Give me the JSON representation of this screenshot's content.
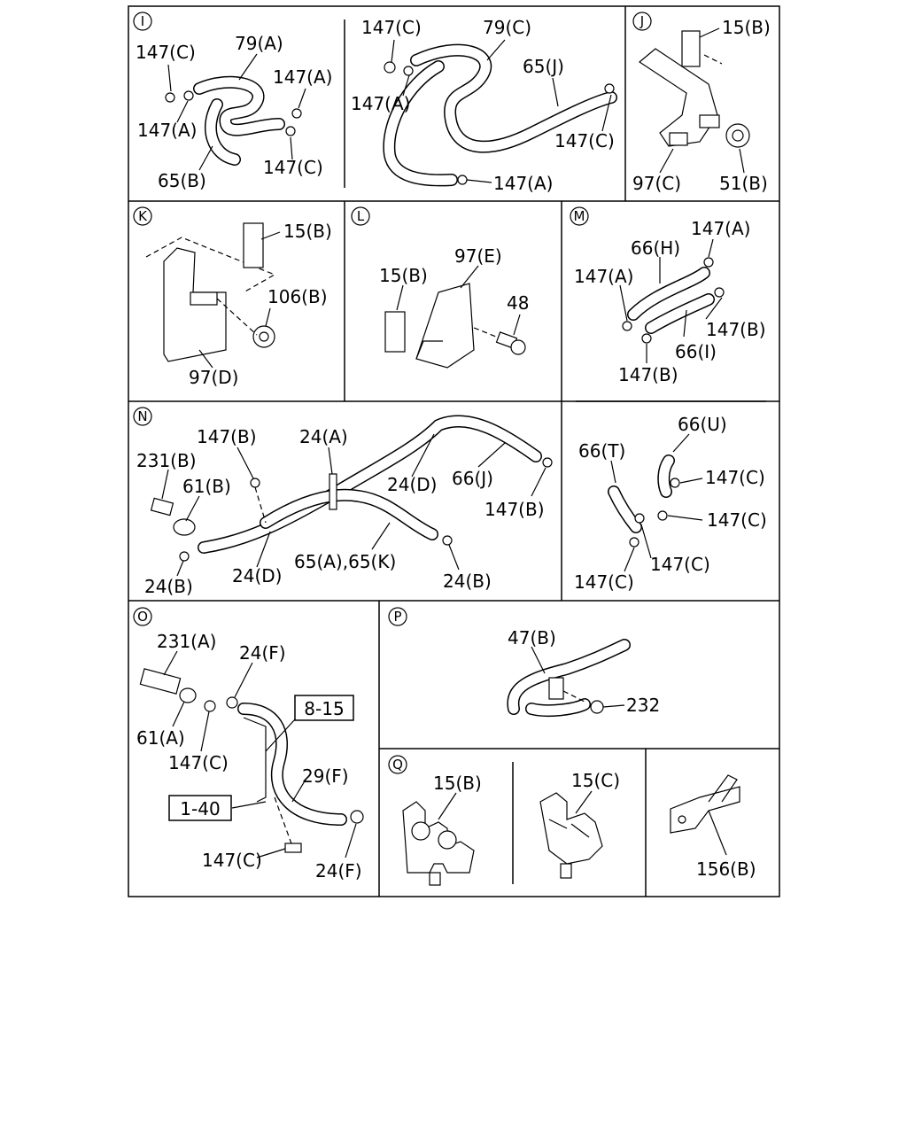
{
  "diagram": {
    "panels": [
      {
        "id": "I",
        "letter": "I"
      },
      {
        "id": "J",
        "letter": "J"
      },
      {
        "id": "K",
        "letter": "K"
      },
      {
        "id": "L",
        "letter": "L"
      },
      {
        "id": "M",
        "letter": "M"
      },
      {
        "id": "N",
        "letter": "N"
      },
      {
        "id": "O",
        "letter": "O"
      },
      {
        "id": "P",
        "letter": "P"
      },
      {
        "id": "Q",
        "letter": "Q"
      }
    ],
    "callouts": [
      "147(C)",
      "79(A)",
      "147(A)",
      "147(A)",
      "147(C)",
      "65(B)",
      "147(C)",
      "79(C)",
      "65(J)",
      "147(A)",
      "147(C)",
      "147(A)",
      "15(B)",
      "97(C)",
      "51(B)",
      "15(B)",
      "106(B)",
      "97(D)",
      "97(E)",
      "15(B)",
      "48",
      "66(H)",
      "147(A)",
      "147(A)",
      "147(B)",
      "66(I)",
      "147(B)",
      "66(U)",
      "66(T)",
      "147(C)",
      "147(C)",
      "147(C)",
      "147(C)",
      "147(B)",
      "24(A)",
      "231(B)",
      "61(B)",
      "24(D)",
      "66(J)",
      "147(B)",
      "24(B)",
      "24(D)",
      "65(A),65(K)",
      "24(B)",
      "231(A)",
      "24(F)",
      "61(A)",
      "147(C)",
      "29(F)",
      "147(C)",
      "24(F)",
      "47(B)",
      "232",
      "15(B)",
      "15(C)",
      "156(B)"
    ],
    "ref_boxes": [
      "8-15",
      "1-40"
    ]
  }
}
